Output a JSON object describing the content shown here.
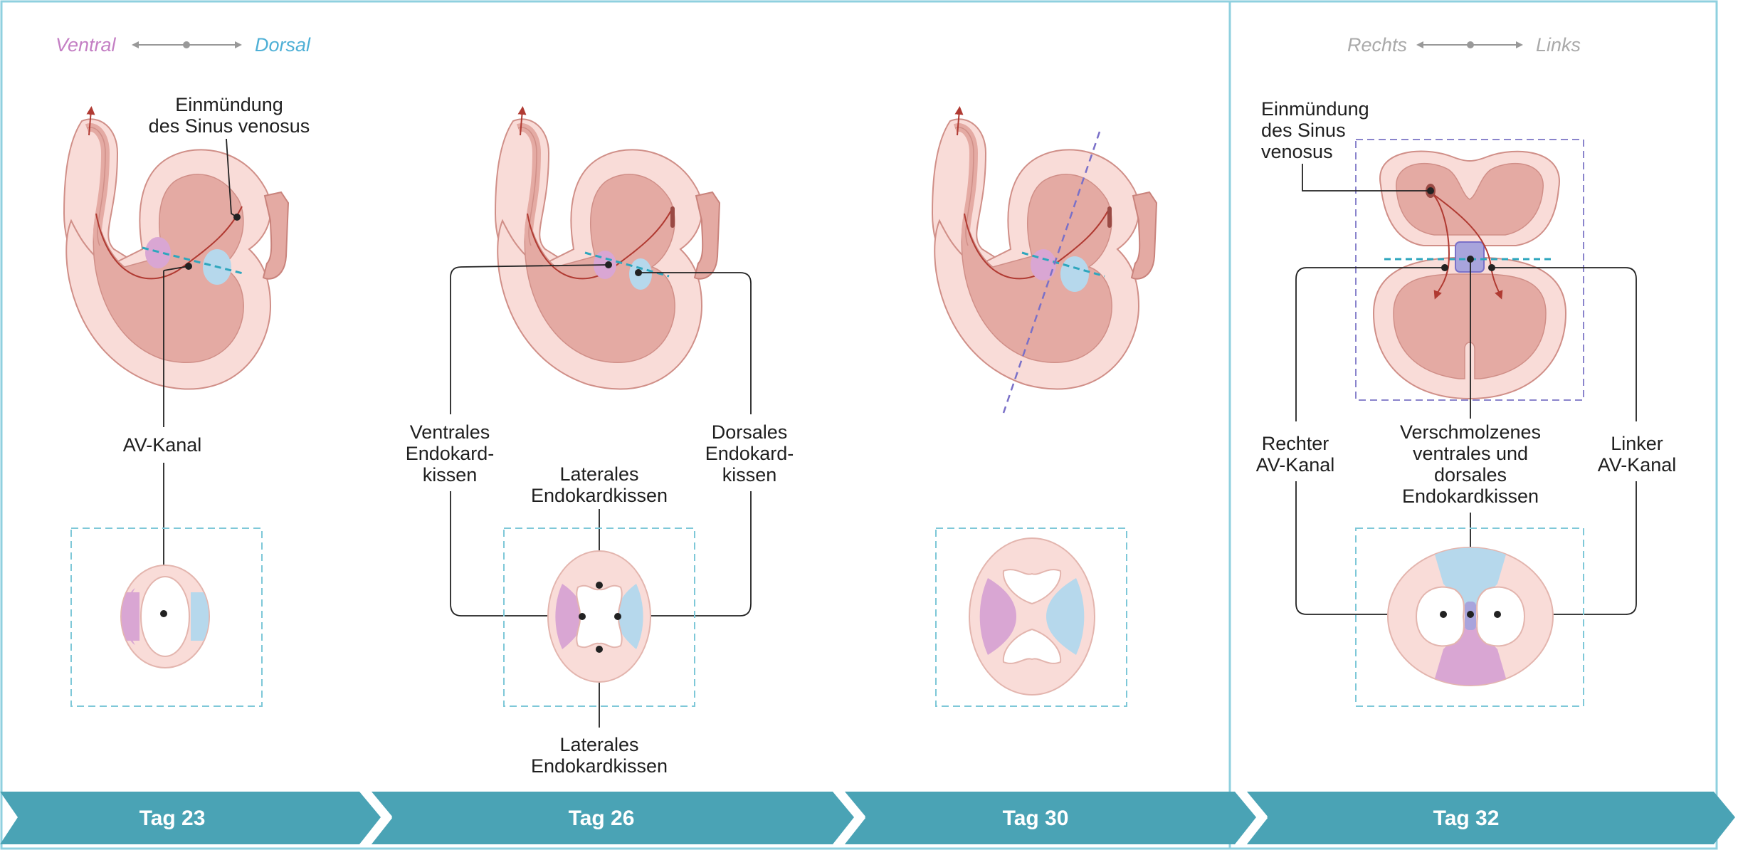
{
  "orientation_left": {
    "ventral": "Ventral",
    "dorsal": "Dorsal",
    "ventral_color": "#c47fc4",
    "dorsal_color": "#4fb0d6"
  },
  "orientation_right": {
    "rechts": "Rechts",
    "links": "Links",
    "color": "#aaaaaa"
  },
  "labels": {
    "einmuendung_1_line1": "Einmündung",
    "einmuendung_1_line2": "des Sinus venosus",
    "av_kanal": "AV-Kanal",
    "ventrales_1": "Ventrales",
    "ventrales_2": "Endokard-",
    "ventrales_3": "kissen",
    "dorsales_1": "Dorsales",
    "dorsales_2": "Endokard-",
    "dorsales_3": "kissen",
    "laterales_top_1": "Laterales",
    "laterales_top_2": "Endokardkissen",
    "laterales_bottom_1": "Laterales",
    "laterales_bottom_2": "Endokardkissen",
    "einmuendung_4_line1": "Einmündung",
    "einmuendung_4_line2": "des Sinus",
    "einmuendung_4_line3": "venosus",
    "rechter_1": "Rechter",
    "rechter_2": "AV-Kanal",
    "linker_1": "Linker",
    "linker_2": "AV-Kanal",
    "verschm_1": "Verschmolzenes",
    "verschm_2": "ventrales und",
    "verschm_3": "dorsales",
    "verschm_4": "Endokardkissen"
  },
  "timeline": {
    "days": [
      "Tag 23",
      "Tag 26",
      "Tag 30",
      "Tag 32"
    ],
    "color": "#4aa3b5"
  },
  "colors": {
    "heart_outer": "#f9dcd8",
    "heart_inner": "#e4aaa3",
    "heart_stroke": "#d08f88",
    "ventral_cushion": "#d9a6d3",
    "dorsal_cushion": "#b6d8ec",
    "fused_cushion": "#a8a4dc",
    "arrow_red": "#b03a32",
    "plane_teal": "#2ea6bd",
    "plane_purple": "#7a70c8",
    "frame_teal": "#8fd0df"
  }
}
